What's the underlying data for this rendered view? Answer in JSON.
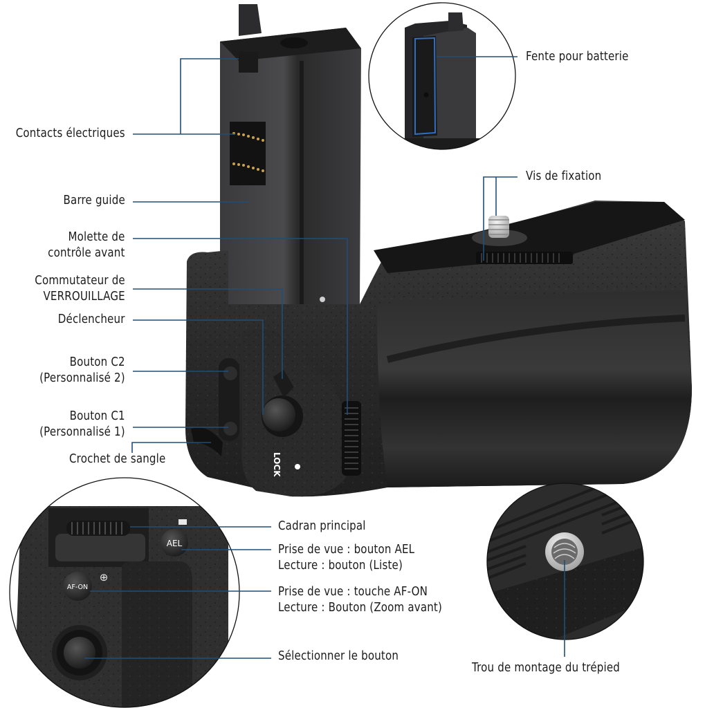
{
  "figure": {
    "subject": "Battery grip annotated diagram",
    "leader_line_color": "#1f4e79",
    "product_color": "#2b2b2b",
    "background": "#ffffff"
  },
  "labels": {
    "contacts": "Contacts électriques",
    "guide_bar": "Barre guide",
    "front_dial_line1": "Molette de",
    "front_dial_line2": "contrôle avant",
    "lock_switch_line1": "Commutateur de",
    "lock_switch_line2": "VERROUILLAGE",
    "shutter": "Déclencheur",
    "c2_line1": "Bouton C2",
    "c2_line2": "(Personnalisé 2)",
    "c1_line1": "Bouton C1",
    "c1_line2": "(Personnalisé 1)",
    "strap_hook": "Crochet de sangle",
    "battery_slot": "Fente pour batterie",
    "fixing_screw": "Vis de fixation",
    "main_dial": "Cadran principal",
    "ael_line1": "Prise de vue : bouton AEL",
    "ael_line2": "Lecture : bouton (Liste)",
    "afon_line1": "Prise de vue : touche AF-ON",
    "afon_line2": "Lecture : Bouton (Zoom avant)",
    "select_button": "Sélectionner le bouton",
    "tripod_hole": "Trou de montage du trépied"
  },
  "device_markings": {
    "lock_text": "LOCK",
    "ael_button": "AEL",
    "afon_button": "AF-ON",
    "zoom_icon": "⊕"
  }
}
